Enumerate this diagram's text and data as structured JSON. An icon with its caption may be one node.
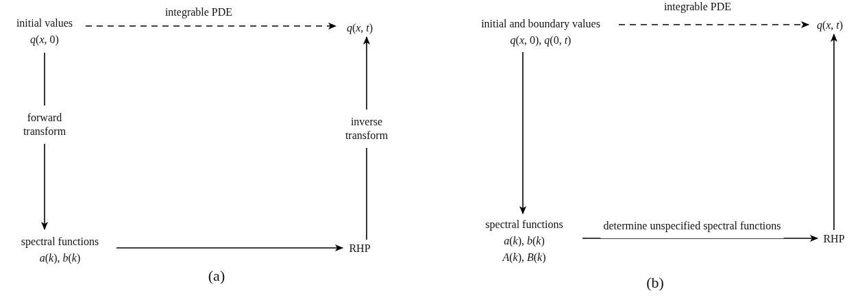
{
  "diagram": {
    "nodes": [
      {
        "text": [
          "initial values",
          "*q*(*x*, 0)"
        ]
      },
      {
        "text": [
          "*q*(*x*, *t*)"
        ]
      },
      {
        "text": [
          "spectral functions",
          "*a*(*k*), *b*(*k*)"
        ]
      },
      {
        "text": [
          "RHP"
        ]
      },
      {
        "text": [
          "initial and boundary values",
          "*q*(*x*, 0), *q*(0, *t*)"
        ]
      },
      {
        "text": [
          "*q*(*x*, *t*)"
        ]
      },
      {
        "text": [
          "spectral functions",
          "*a*(*k*), *b*(*k*)",
          "*A*(*k*), *B*(*k*)"
        ]
      },
      {
        "text": [
          "RHP"
        ]
      }
    ],
    "edges": [
      {
        "from": 0,
        "to": 1,
        "arrow": "to",
        "style": "dashed",
        "label": "integrable PDE"
      },
      {
        "from": 0,
        "to": 2,
        "arrow": "to",
        "label": "forward transform"
      },
      {
        "from": 2,
        "to": 3,
        "arrow": "to"
      },
      {
        "from": 3,
        "to": 1,
        "arrow": "to",
        "label": "inverse transform"
      },
      {
        "from": 4,
        "to": 5,
        "arrow": "to",
        "style": "dashed",
        "label": "integrable PDE"
      },
      {
        "from": 4,
        "to": 6,
        "arrow": "to"
      },
      {
        "from": 6,
        "to": 7,
        "arrow": "to",
        "label": "determine unspecified spectral functions"
      },
      {
        "from": 7,
        "to": 5,
        "arrow": "to"
      }
    ],
    "labels": [
      "(a)",
      "(b)"
    ]
  }
}
